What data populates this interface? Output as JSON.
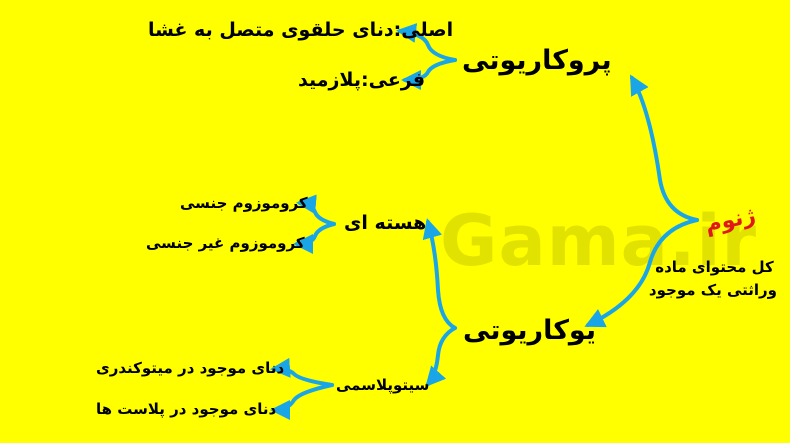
{
  "watermark": "Gama.ir",
  "root": {
    "title": "ژنوم",
    "desc_line1": "کل محتوای ماده",
    "desc_line2": "وراثتی یک موجود"
  },
  "prokaryote": {
    "label": "پروکاریوتی",
    "main": "اصلی:دنای حلقوی متصل به غشا",
    "secondary": "فرعی:پلازمید"
  },
  "eukaryote": {
    "label": "یوکاریوتی",
    "nuclear": {
      "label": "هسته ای",
      "items": [
        "کروموزوم جنسی",
        "کروموزوم غیر جنسی"
      ]
    },
    "cytoplasmic": {
      "label": "سیتوپلاسمی",
      "items": [
        "دنای موجود در میتوکندری",
        "دنای موجود در پلاست ها"
      ]
    }
  },
  "colors": {
    "background": "#ffff00",
    "arrow": "#1aa6e6",
    "root_text": "#e0181a"
  }
}
